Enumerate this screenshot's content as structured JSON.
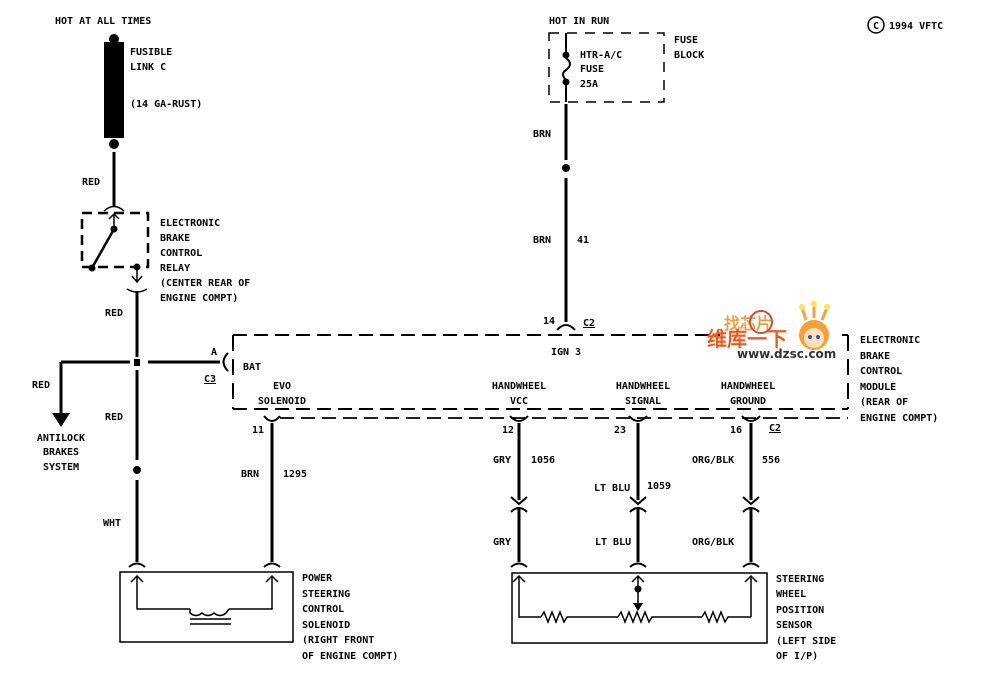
{
  "diagram": {
    "copyright": "1994 VFTC",
    "copyright_symbol": "C",
    "power_sources": {
      "hot_at_all_times": "HOT AT ALL TIMES",
      "hot_in_run": "HOT IN RUN"
    },
    "fusible_link": {
      "name_line1": "FUSIBLE",
      "name_line2": "LINK C",
      "spec": "(14 GA-RUST)"
    },
    "fuse": {
      "name_line1": "HTR-A/C",
      "name_line2": "FUSE",
      "rating": "25A",
      "block_line1": "FUSE",
      "block_line2": "BLOCK"
    },
    "relay": {
      "lines": [
        "ELECTRONIC",
        "BRAKE",
        "CONTROL",
        "RELAY",
        "(CENTER REAR OF",
        "ENGINE COMPT)"
      ]
    },
    "module": {
      "lines": [
        "ELECTRONIC",
        "BRAKE",
        "CONTROL",
        "MODULE",
        "(REAR OF",
        "ENGINE COMPT)"
      ],
      "pins": {
        "bat": "BAT",
        "ign": "IGN 3",
        "evo_l1": "EVO",
        "evo_l2": "SOLENOID",
        "vcc_l1": "HANDWHEEL",
        "vcc_l2": "VCC",
        "sig_l1": "HANDWHEEL",
        "sig_l2": "SIGNAL",
        "gnd_l1": "HANDWHEEL",
        "gnd_l2": "GROUND"
      },
      "connectors": {
        "c3_pin": "A",
        "c3": "C3",
        "c2_top_pin": "14",
        "c2_top": "C2",
        "evo_pin": "11",
        "vcc_pin": "12",
        "sig_pin": "23",
        "gnd_pin": "16",
        "c2_bottom": "C2"
      }
    },
    "wires": {
      "link_out": "RED",
      "relay_out": "RED",
      "abs_branch": "RED",
      "lower_red": "RED",
      "wht": "WHT",
      "evo_color": "BRN",
      "evo_circuit": "1295",
      "fuse_out": "BRN",
      "ign_color": "BRN",
      "ign_circuit": "41",
      "vcc_color": "GRY",
      "vcc_circuit": "1056",
      "vcc_color2": "GRY",
      "sig_color": "LT BLU",
      "sig_circuit": "1059",
      "sig_color2": "LT BLU",
      "gnd_color": "ORG/BLK",
      "gnd_circuit": "556",
      "gnd_color2": "ORG/BLK"
    },
    "abs": {
      "lines": [
        "ANTILOCK",
        "BRAKES",
        "SYSTEM"
      ]
    },
    "solenoid": {
      "lines": [
        "POWER",
        "STEERING",
        "CONTROL",
        "SOLENOID",
        "(RIGHT FRONT",
        "OF ENGINE COMPT)"
      ]
    },
    "sensor": {
      "lines": [
        "STEERING",
        "WHEEL",
        "POSITION",
        "SENSOR",
        "(LEFT SIDE",
        "OF I/P)"
      ]
    },
    "watermark": {
      "top": "找芯片",
      "middle": "维库一下",
      "url": "www.dzsc.com"
    }
  }
}
